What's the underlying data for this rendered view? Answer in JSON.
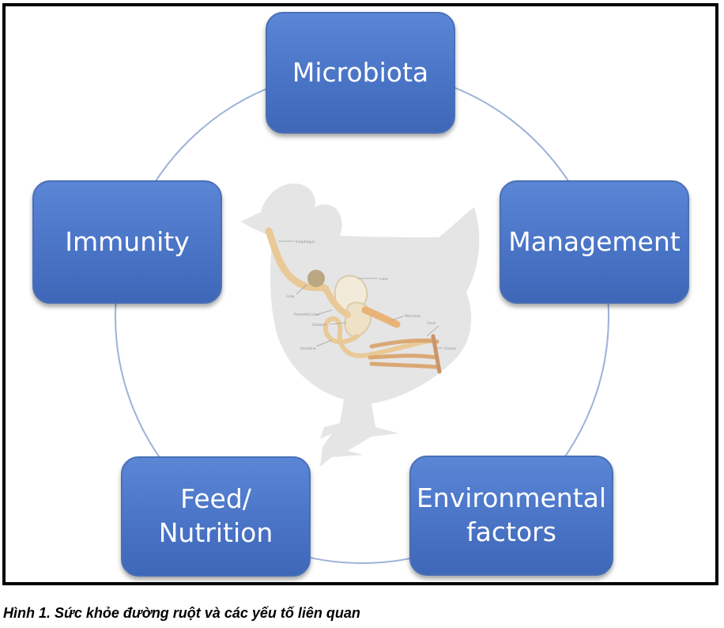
{
  "nodes": [
    {
      "id": "microbiota",
      "label": "Microbiota"
    },
    {
      "id": "management",
      "label": "Management"
    },
    {
      "id": "environmental",
      "label": "Environmental\nfactors"
    },
    {
      "id": "feed",
      "label": "Feed/\nNutrition"
    },
    {
      "id": "immunity",
      "label": "Immunity"
    }
  ],
  "illustration": {
    "subject": "chicken-digestive-tract",
    "labels": [
      "Esophagus",
      "Crop",
      "Liver",
      "Proventriculus",
      "Gizzard",
      "Pancreas",
      "Intestine",
      "Ceca",
      "Cloaca"
    ]
  },
  "colors": {
    "box_fill": "#4a74c6",
    "box_border": "#4a6fb5",
    "ring": "#9db2d8",
    "silhouette": "#e4e4e4",
    "organ": "#e8c792",
    "text": "#ffffff"
  },
  "caption": "Hình 1. Sức khỏe đường ruột và các yếu tố liên quan"
}
